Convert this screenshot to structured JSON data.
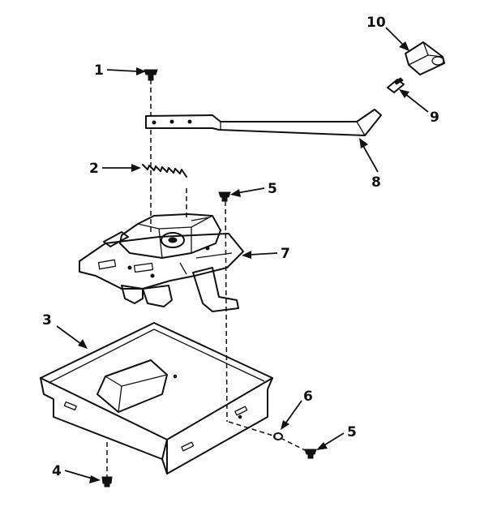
{
  "callouts": {
    "c1": "1",
    "c2": "2",
    "c3": "3",
    "c4": "4",
    "c5a": "5",
    "c5b": "5",
    "c6": "6",
    "c7": "7",
    "c8": "8",
    "c9": "9",
    "c10": "10"
  }
}
